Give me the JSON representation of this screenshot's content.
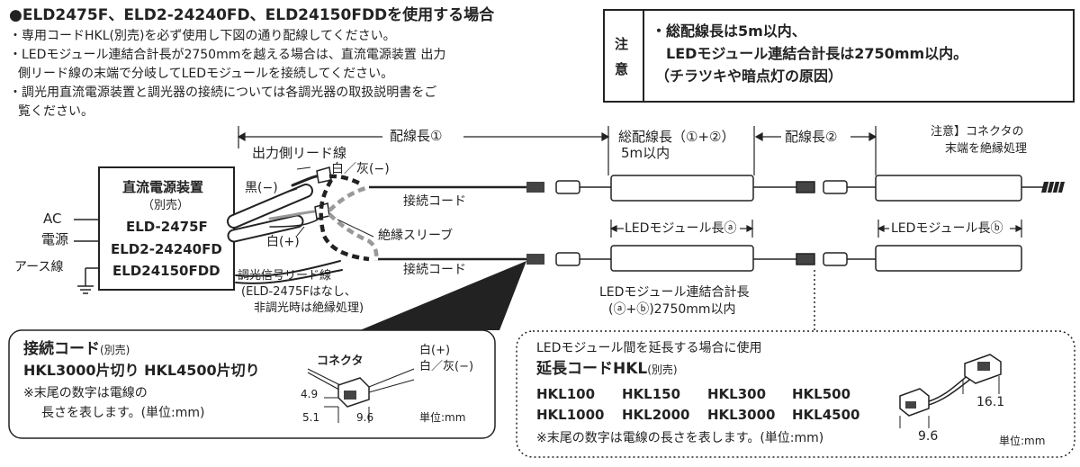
{
  "header": {
    "title": "●ELD2475F、ELD2-24240FD、ELD24150FDDを使用する場合",
    "bullets": [
      "・専用コードHKL(別売)を必ず使用し下図の通り配線してください。",
      "・LEDモジュール連結合計長が2750mmを越える場合は、直流電源装置 出力",
      "側リード線の末端で分岐してLEDモジュールを接続してください。",
      "・調光用直流電源装置と調光器の接続については各調光器の取扱説明書をご",
      "覧ください。"
    ]
  },
  "notice": {
    "label_1": "注",
    "label_2": "意",
    "lines": [
      "・総配線長は5m以内、",
      "LEDモジュール連結合計長は2750mm以内。",
      "（チラツキや暗点灯の原因）"
    ]
  },
  "diagram": {
    "wiring_length_1": "配線長①",
    "output_lead": "出力側リード線",
    "total_wiring_1": "総配線長（①+②）",
    "total_wiring_2": "5m以内",
    "wiring_length_2": "配線長②",
    "end_note_1": "注意】コネクタの",
    "end_note_2": "末端を絶縁処理",
    "ac_1": "AC",
    "ac_2": "電源",
    "earth": "アース線",
    "psu_title": "直流電源装置",
    "psu_sub": "（別売）",
    "psu_models": [
      "ELD-2475F",
      "ELD2-24240FD",
      "ELD24150FDD"
    ],
    "black": "黒(−)",
    "white_gray": "白／灰(−)",
    "white_plus": "白(+)",
    "insulation_sleeve": "絶縁スリーブ",
    "connection_cord_1": "接続コード",
    "connection_cord_2": "接続コード",
    "dimming_1": "調光信号リード線",
    "dimming_2": "(ELD-2475Fはなし、",
    "dimming_3": "非調光時は絶縁処理)",
    "module_len_a": "LEDモジュール長ⓐ",
    "module_len_b": "LEDモジュール長ⓑ",
    "module_total_1": "LEDモジュール連結合計長",
    "module_total_2": "(ⓐ+ⓑ)2750mm以内"
  },
  "cord_box": {
    "title": "接続コード",
    "title_suffix": "(別売)",
    "models": "HKL3000片切り HKL4500片切り",
    "note_1": "※末尾の数字は電線の",
    "note_2": "長さを表します。(単位:mm)",
    "connector": "コネクタ",
    "white_plus": "白(+)",
    "white_gray": "白／灰(−)",
    "dim_49": "4.9",
    "dim_51": "5.1",
    "dim_96": "9.6",
    "unit": "単位:mm"
  },
  "ext_box": {
    "lead": "LEDモジュール間を延長する場合に使用",
    "title": "延長コードHKL",
    "title_suffix": "(別売)",
    "row1": [
      "HKL100",
      "HKL150",
      "HKL300",
      "HKL500"
    ],
    "row2": [
      "HKL1000",
      "HKL2000",
      "HKL3000",
      "HKL4500"
    ],
    "note": "※末尾の数字は電線の長さを表します。(単位:mm)",
    "dim_161": "16.1",
    "dim_96": "9.6",
    "unit": "単位:mm"
  }
}
